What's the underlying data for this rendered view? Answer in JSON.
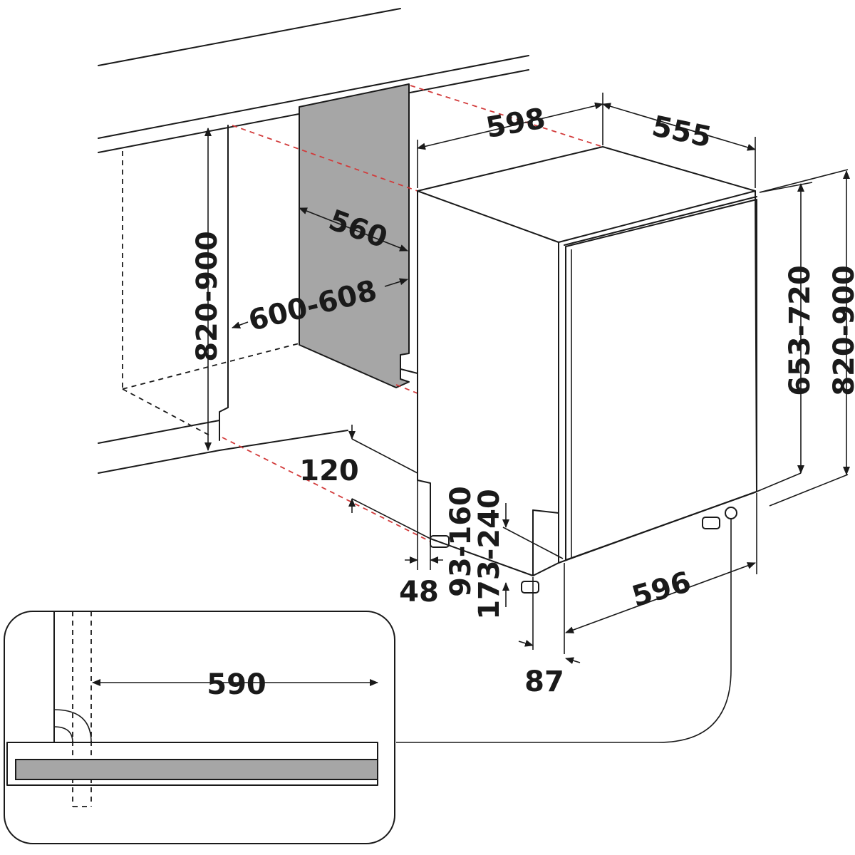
{
  "labels": {
    "width_598": "598",
    "depth_555": "555",
    "niche_depth_560": "560",
    "niche_width_600_608": "600-608",
    "niche_height_820_900": "820-900",
    "door_height_653_720": "653-720",
    "total_height_820_900": "820-900",
    "plinth_120": "120",
    "dim_48": "48",
    "feet_93_160": "93-160",
    "feet_173_240": "173-240",
    "door_width_596": "596",
    "dim_87": "87",
    "detail_590": "590"
  },
  "colors": {
    "line": "#1a1a1a",
    "dashed_red": "#d23a3a",
    "panel_gray": "#a6a6a6"
  }
}
